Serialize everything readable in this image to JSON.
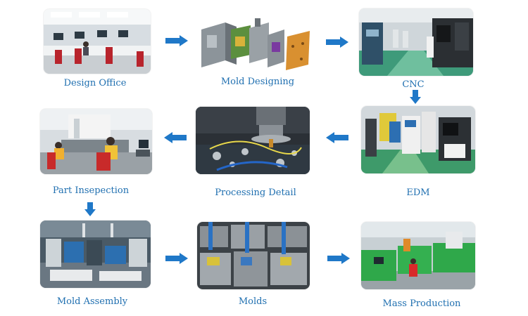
{
  "steps": [
    {
      "label": "Design Office"
    },
    {
      "label": "Mold Designing"
    },
    {
      "label": "CNC"
    },
    {
      "label": "Part Insepection"
    },
    {
      "label": "Processing Detail"
    },
    {
      "label": "EDM"
    },
    {
      "label": "Mold Assembly"
    },
    {
      "label": "Molds"
    },
    {
      "label": "Mass Production"
    }
  ],
  "colors": {
    "caption": "#1f6fb0",
    "arrow": "#1f78c8"
  },
  "arrow_icon": "arrow-icon"
}
